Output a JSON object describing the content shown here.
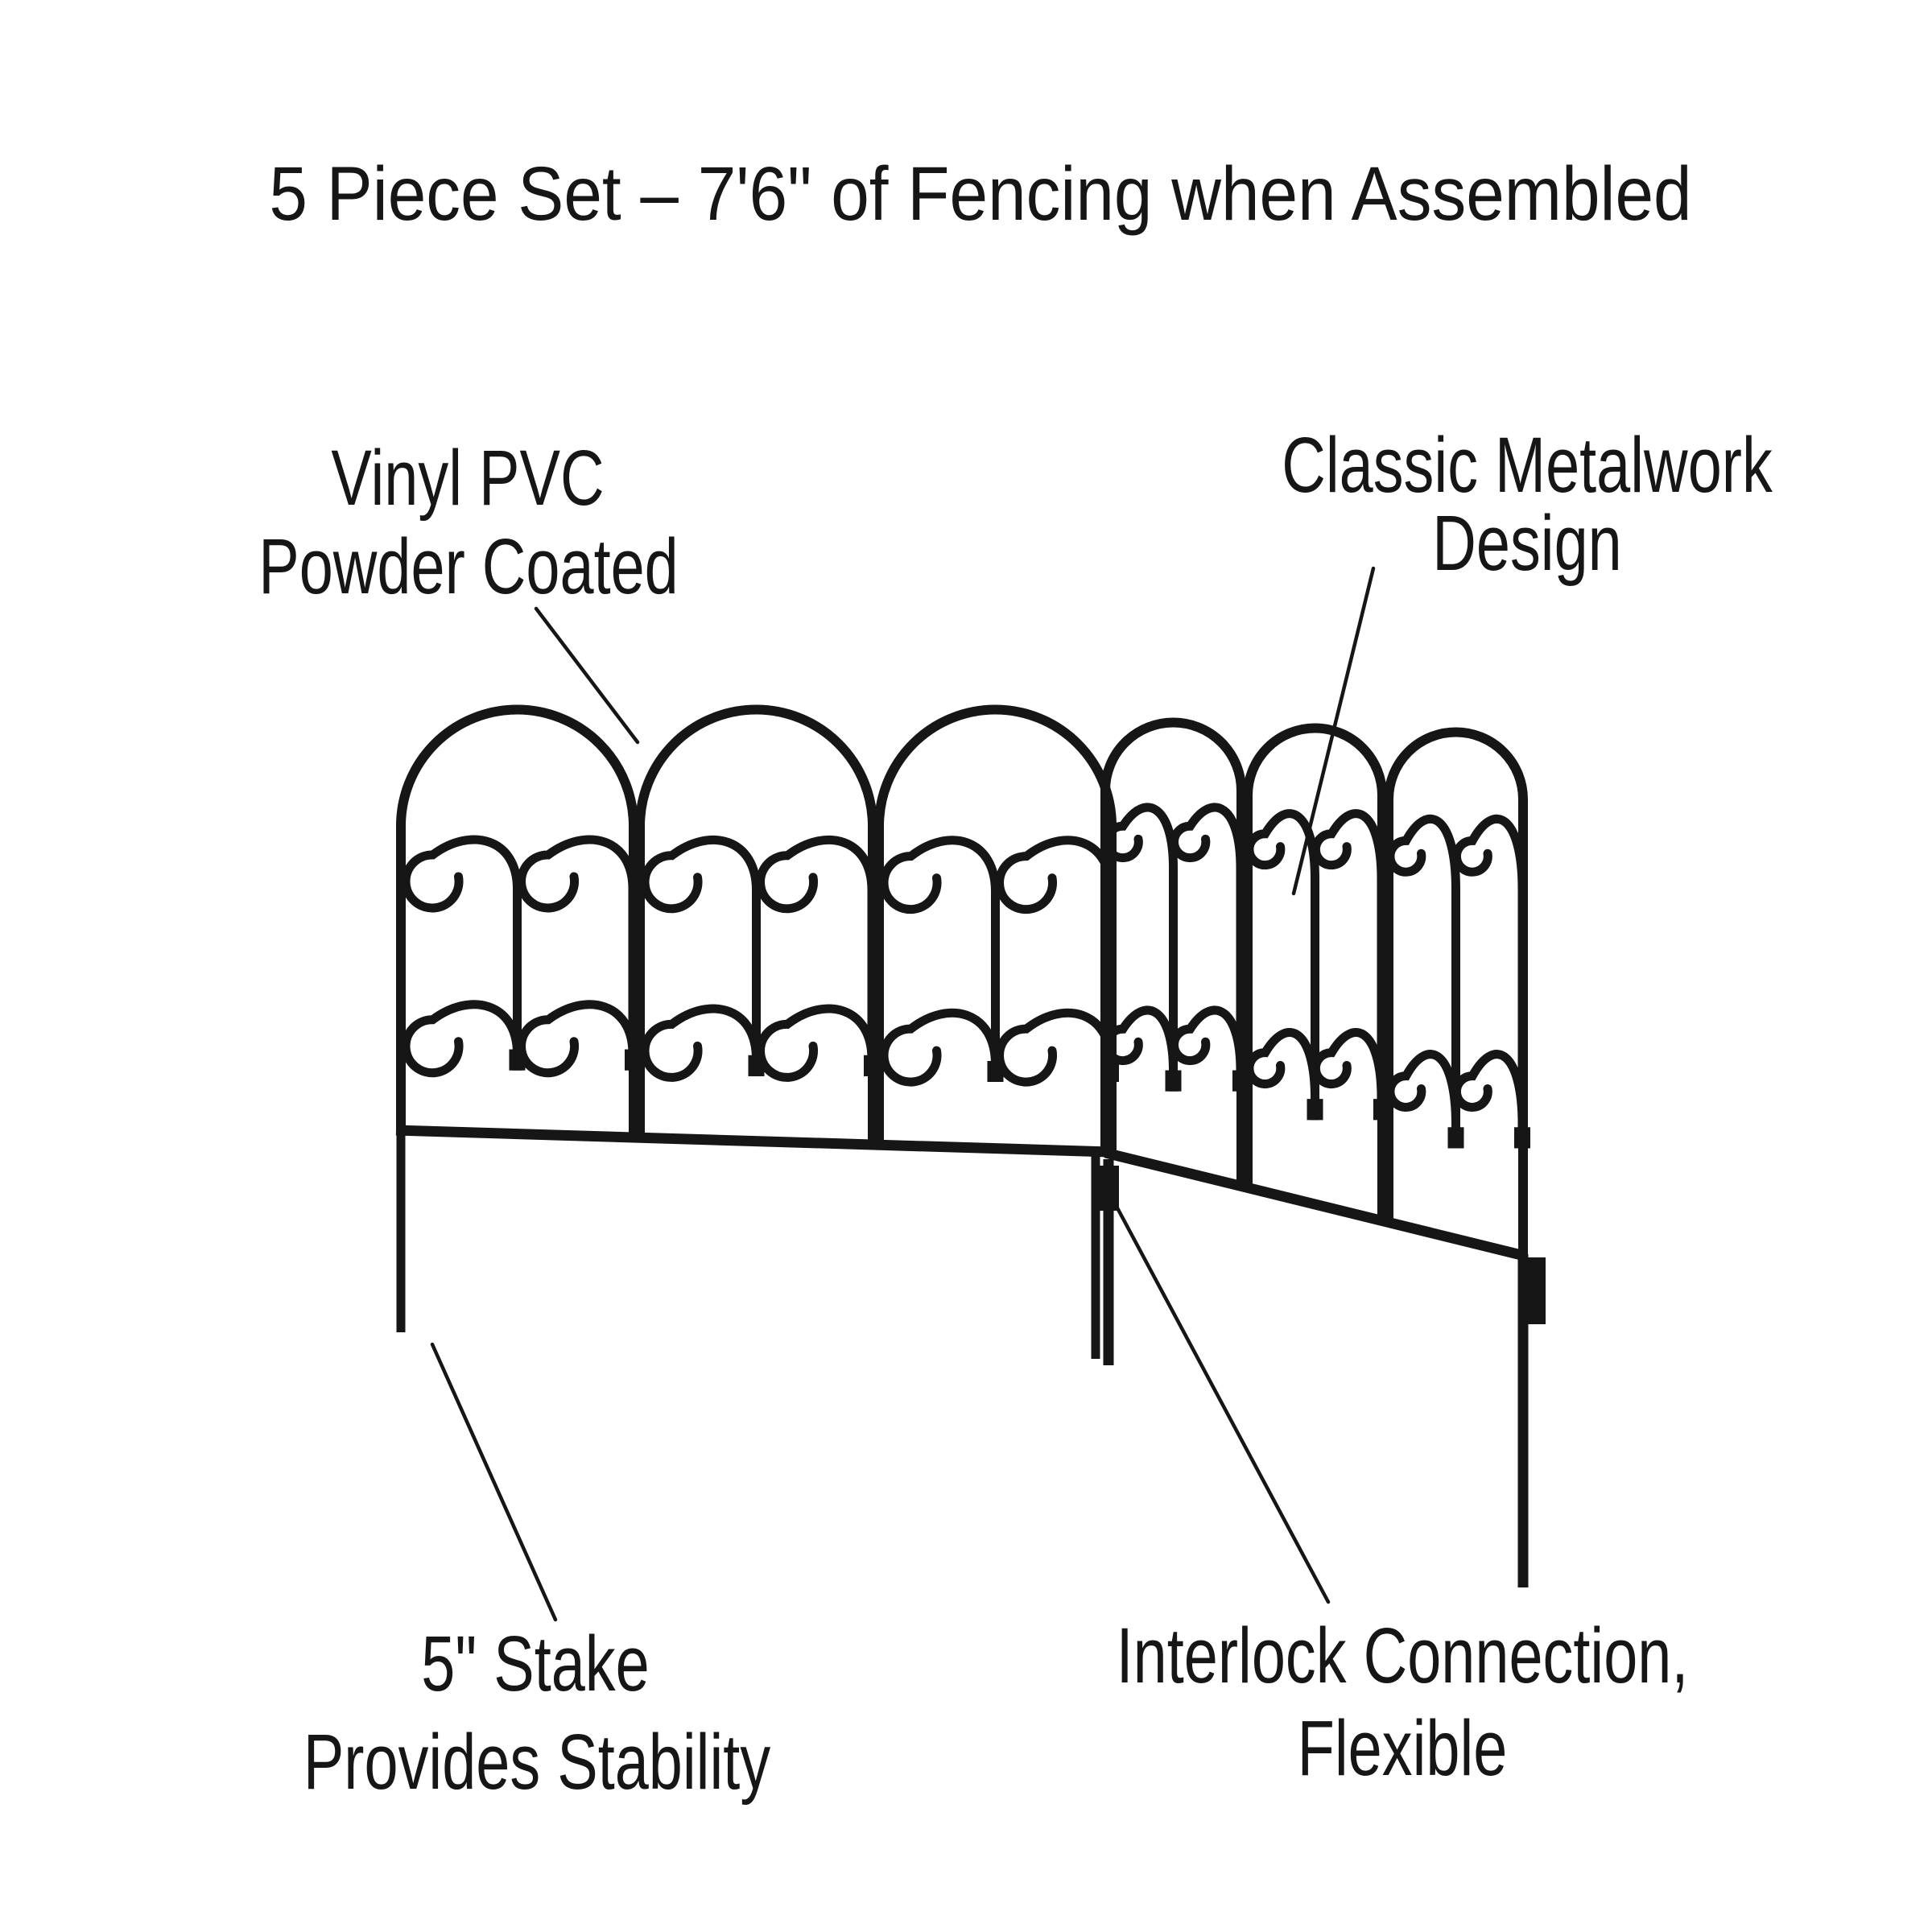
{
  "title": "5 Piece Set – 7'6\" of Fencing when Assembled",
  "callouts": {
    "vinyl": {
      "line1": "Vinyl PVC",
      "line2": "Powder Coated"
    },
    "metalwork": {
      "line1": "Classic Metalwork",
      "line2": "Design"
    },
    "stake": {
      "line1": "5\" Stake",
      "line2": "Provides Stability"
    },
    "interlock": {
      "line1": "Interlock Connection,",
      "line2": "Flexible"
    }
  },
  "colors": {
    "ink": "#161616",
    "background": "#ffffff"
  }
}
